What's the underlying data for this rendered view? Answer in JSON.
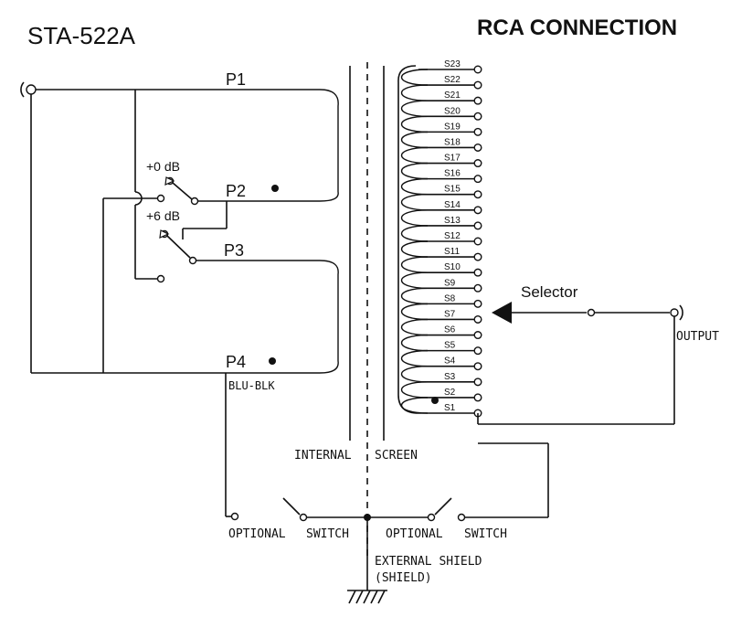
{
  "title_left": "STA-522A",
  "title_right": "RCA CONNECTION",
  "primary_labels": {
    "p1": "P1",
    "p2": "P2",
    "p3": "P3",
    "p4": "P4"
  },
  "gain_labels": {
    "zero_db": "+0 dB",
    "six_db": "+6 dB"
  },
  "wire_color_label": "BLU-BLK",
  "screen_labels": {
    "internal": "INTERNAL",
    "screen": "SCREEN"
  },
  "switch_labels": {
    "left_optional": "OPTIONAL",
    "left_switch": "SWITCH",
    "right_optional": "OPTIONAL",
    "right_switch": "SWITCH"
  },
  "shield_labels": {
    "line1": "EXTERNAL SHIELD",
    "line2": "(SHIELD)"
  },
  "selector_label": "Selector",
  "output_label": "OUTPUT",
  "taps": [
    "S1",
    "S2",
    "S3",
    "S4",
    "S5",
    "S6",
    "S7",
    "S8",
    "S9",
    "S10",
    "S11",
    "S12",
    "S13",
    "S14",
    "S15",
    "S16",
    "S17",
    "S18",
    "S19",
    "S20",
    "S21",
    "S22",
    "S23"
  ]
}
